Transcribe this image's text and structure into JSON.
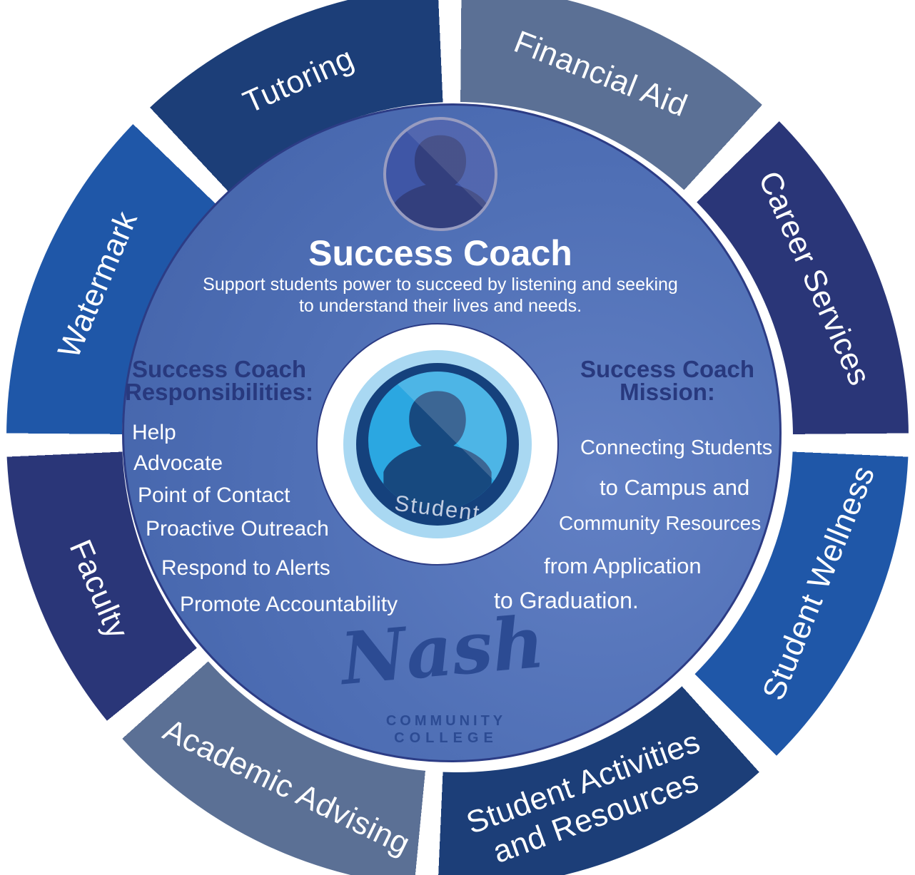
{
  "colors": {
    "seg-navy": "#1C3E78",
    "seg-slate": "#5B7095",
    "seg-indigo": "#2A3678",
    "seg-blue": "#1F57A8",
    "disc-light": "#6280C4",
    "disc-mid": "#5070B6",
    "disc-dark": "#4161A8",
    "disc-outline": "#2C3C85",
    "heading-navy": "#28397E",
    "face-blue": "#2BA7E1",
    "silhouette": "#17497F",
    "ring-lightblue": "#A9D8F2",
    "stud-navy": "#15417C",
    "coach-fill": "#3F56A6",
    "coach-sil": "#333F7D",
    "coach-ring": "#989CC0",
    "logo-blue": "#2C4B93",
    "student-label-color": "#C3CEE1"
  },
  "ring": {
    "segments": [
      {
        "id": "financial-aid",
        "label": "Financial Aid"
      },
      {
        "id": "career-services",
        "label": "Career Services"
      },
      {
        "id": "student-wellness",
        "label": "Student Wellness"
      },
      {
        "id": "student-activities",
        "lines": [
          "Student Activities",
          "and Resources"
        ]
      },
      {
        "id": "academic-advising",
        "label": "Academic Advising"
      },
      {
        "id": "faculty",
        "label": "Faculty"
      },
      {
        "id": "watermark",
        "label": "Watermark"
      },
      {
        "id": "tutoring",
        "label": "Tutoring"
      }
    ]
  },
  "center": {
    "title": "Success Coach",
    "subtitle_lines": [
      "Support students power to succeed by listening and seeking",
      "to understand their lives and needs."
    ],
    "responsibilities": {
      "heading_lines": [
        "Success Coach",
        "Responsibilities:"
      ],
      "items": [
        "Help",
        "Advocate",
        "Point of Contact",
        "Proactive Outreach",
        "Respond to Alerts",
        "Promote Accountability"
      ]
    },
    "mission": {
      "heading_lines": [
        "Success Coach",
        "Mission:"
      ],
      "lines": [
        "Connecting Students",
        "to Campus and",
        "Community Resources",
        "from Application",
        "to Graduation."
      ]
    },
    "student_label": "Student"
  },
  "logo": {
    "script": "Nash",
    "line1": "COMMUNITY",
    "line2": "COLLEGE"
  }
}
